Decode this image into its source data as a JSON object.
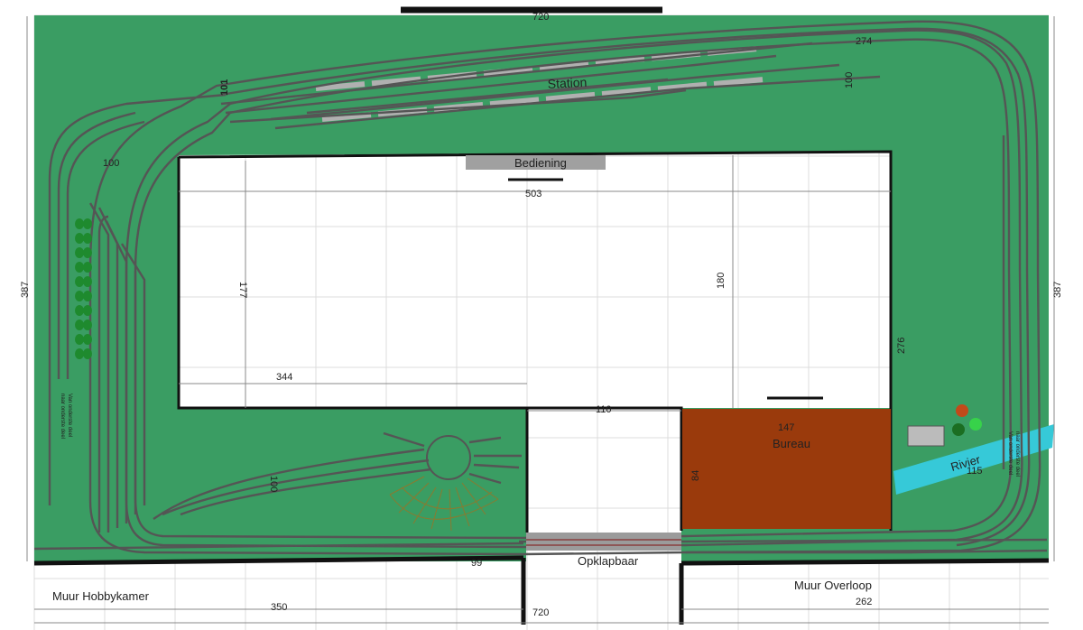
{
  "labels": {
    "station": "Station",
    "bediening": "Bediening",
    "bureau": "Bureau",
    "rivier": "Rivier",
    "opklapbaar": "Opklapbaar",
    "muur_hobbykamer": "Muur Hobbykamer",
    "muur_overloop": "Muur Overloop",
    "naar_onderste_deel": "naar onderste deel",
    "van_onderste_deel": "Van onderste deel",
    "track_number": "101"
  },
  "dimensions": {
    "top_width": "720",
    "bottom_width": "720",
    "left_height": "387",
    "right_height": "387",
    "inner_width": "503",
    "inner_left_height": "177",
    "inner_right_height": "180",
    "inner_bottom_left": "344",
    "gap_width": "110",
    "right_strip_height": "276",
    "top_right_run": "274",
    "top_right_small": "100",
    "left_top_small": "100",
    "left_bottom_small": "100",
    "bureau_width": "147",
    "bureau_height": "84",
    "rivier_width": "115",
    "bottom_left_small": "99",
    "wall_left_length": "350",
    "wall_right_length": "262"
  },
  "colors": {
    "board": "#3a9d63",
    "track": "#555555",
    "wall": "#111111",
    "bureau": "#9a3a0c",
    "rivier": "#36c9d8",
    "platform": "#b0b0b0",
    "bediening": "#a0a0a0",
    "trees": "#1e8a2e"
  }
}
